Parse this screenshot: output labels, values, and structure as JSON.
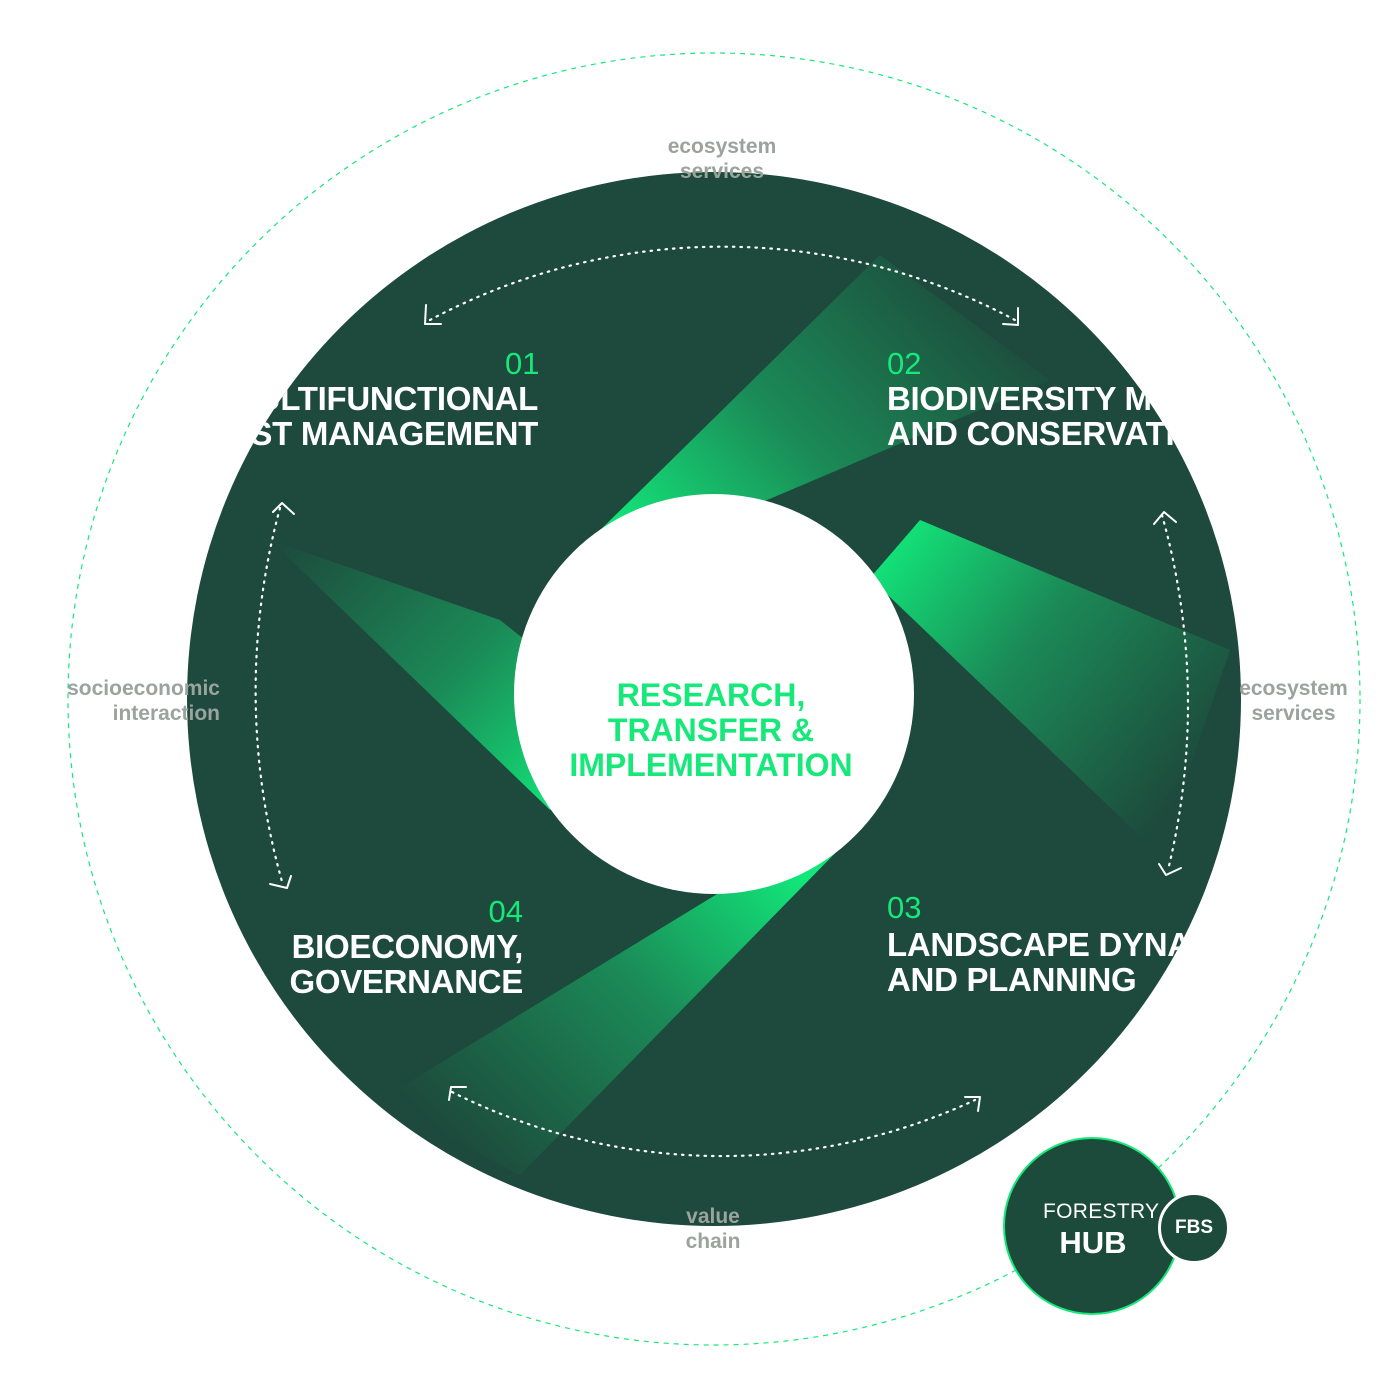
{
  "center": {
    "line1": "RESEARCH,",
    "line2": "TRANSFER &",
    "line3": "IMPLEMENTATION"
  },
  "quadrants": [
    {
      "number": "01",
      "line1": "MULTIFUNCTIONAL",
      "line2": "FOREST MANAGEMENT"
    },
    {
      "number": "02",
      "line1": "BIODIVERSITY MONITORING",
      "line2": "AND CONSERVATION"
    },
    {
      "number": "03",
      "line1": "LANDSCAPE DYNAMICS",
      "line2": "AND PLANNING"
    },
    {
      "number": "04",
      "line1": "BIOECONOMY,",
      "line2": "GOVERNANCE"
    }
  ],
  "flows": {
    "top": "ecosystem\nservices",
    "right": "ecosystem\nservices",
    "bottom": "value\nchain",
    "left": "socioeconomic\ninteraction"
  },
  "hub": {
    "small": "FORESTRY",
    "big": "HUB",
    "badge": "FBS"
  },
  "colors": {
    "dark_green": "#1d4a3c",
    "accent_green": "#16e879",
    "label_gray": "#9aa39d"
  }
}
